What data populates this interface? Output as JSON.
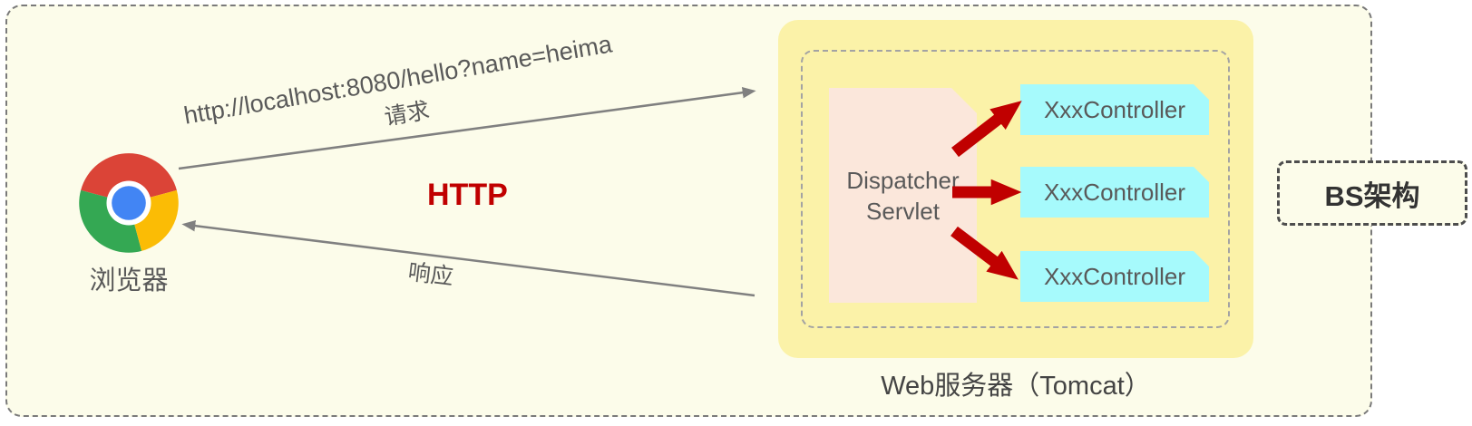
{
  "colors": {
    "page_bg": "#FFFFFF",
    "panel_bg": "#FCFCEA",
    "panel_border": "#7A7A7A",
    "server_panel_bg": "#FBF2A8",
    "dispatcher_bg": "#FBE7DB",
    "controller_bg": "#A6FAFC",
    "dispatch_arrow": "#C00000",
    "http_red": "#C00000",
    "flow_arrow_gray": "#808080",
    "text_gray": "#595959",
    "chrome_red": "#DB4437",
    "chrome_green": "#34A853",
    "chrome_yellow": "#FBBC05",
    "chrome_blue": "#4285F4"
  },
  "browser": {
    "label": "浏览器",
    "icon": "chrome-logo"
  },
  "request": {
    "url": "http://localhost:8080/hello?name=heima",
    "label": "请求"
  },
  "protocol": {
    "label": "HTTP"
  },
  "response": {
    "label": "响应"
  },
  "server": {
    "dispatcher_line1": "Dispatcher",
    "dispatcher_line2": "Servlet",
    "controllers": [
      "XxxController",
      "XxxController",
      "XxxController"
    ],
    "caption": "Web服务器（Tomcat）"
  },
  "architecture": {
    "label": "BS架构"
  }
}
